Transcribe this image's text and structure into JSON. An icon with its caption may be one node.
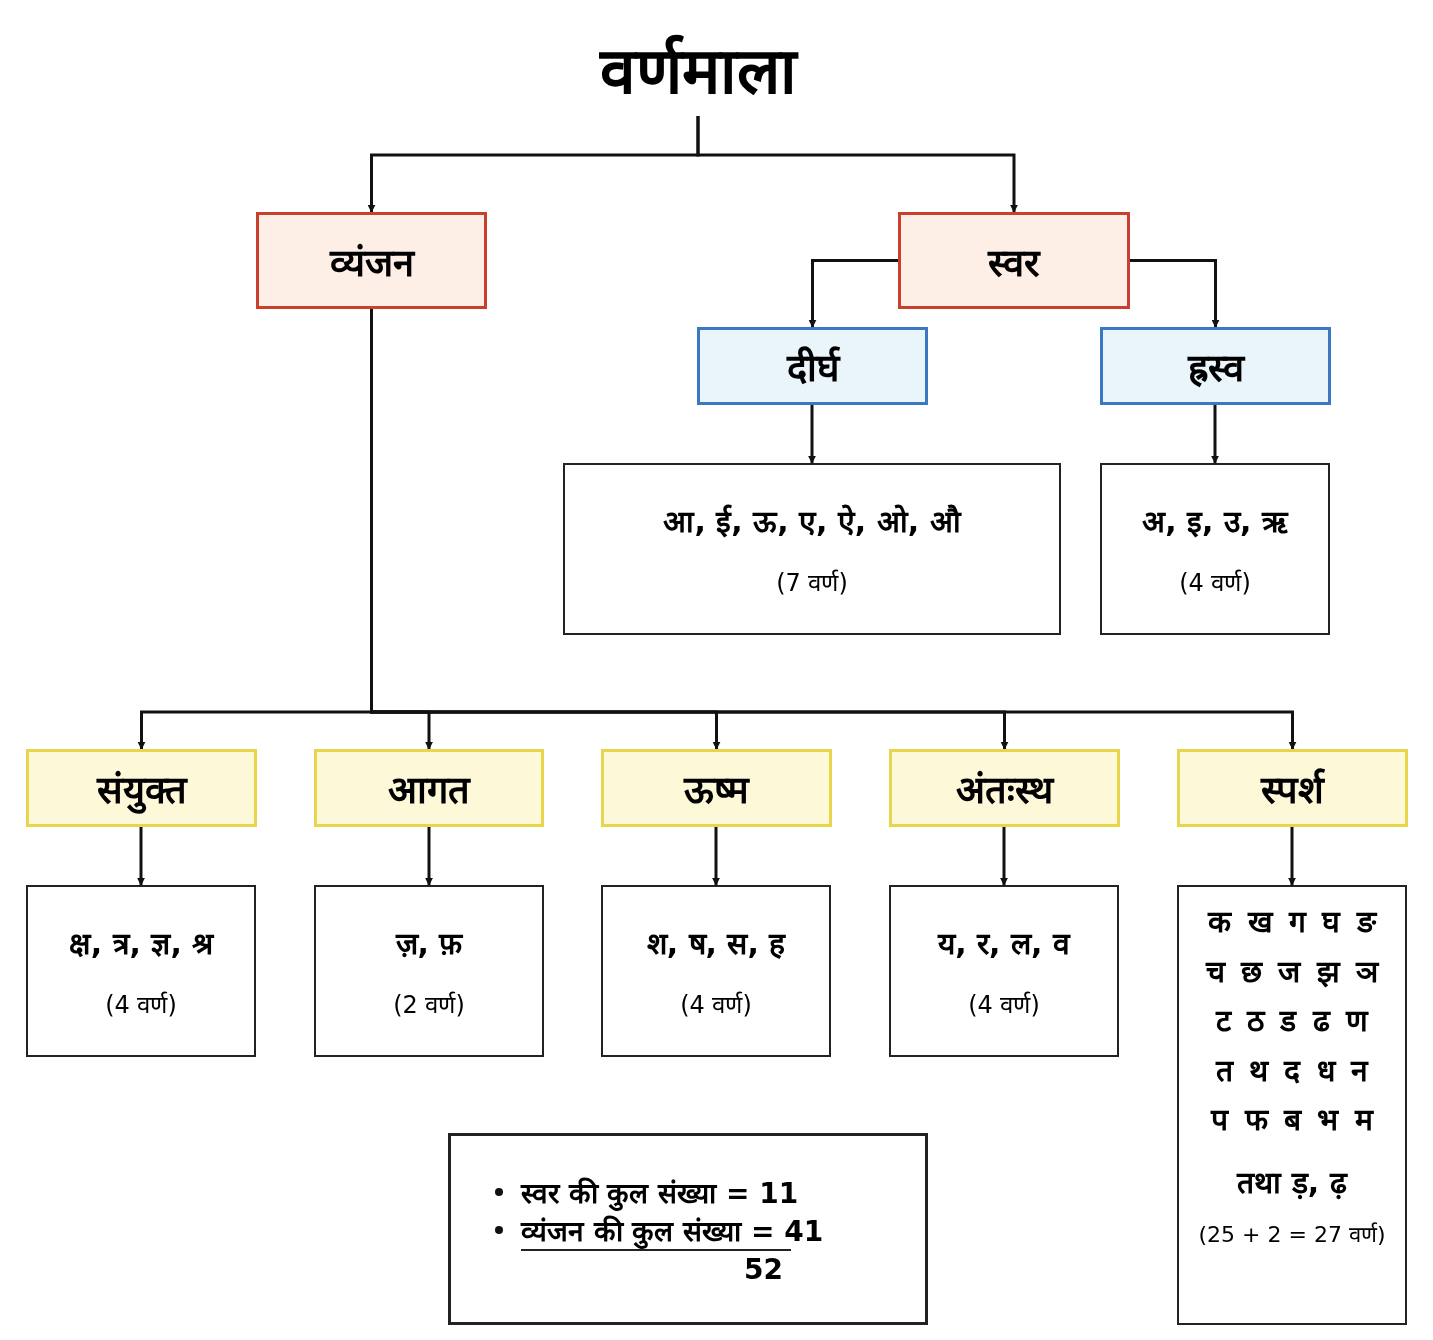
{
  "diagram": {
    "nodes": [
      {
        "text": [
          "वर्णमाला"
        ]
      },
      {
        "text": [
          "व्यंजन"
        ]
      },
      {
        "text": [
          "स्वर"
        ]
      },
      {
        "text": [
          "दीर्घ"
        ]
      },
      {
        "text": [
          "ह्रस्व"
        ]
      },
      {
        "text": [
          "आ, ई, ऊ, ए, ऐ, ओ, औ",
          "(7 वर्ण)"
        ]
      },
      {
        "text": [
          "अ, इ, उ, ऋ",
          "(4 वर्ण)"
        ]
      },
      {
        "text": [
          "संयुक्त"
        ]
      },
      {
        "text": [
          "आगत"
        ]
      },
      {
        "text": [
          "ऊष्म"
        ]
      },
      {
        "text": [
          "अंतःस्थ"
        ]
      },
      {
        "text": [
          "स्पर्श"
        ]
      },
      {
        "text": [
          "क्ष, त्र, ज्ञ, श्र",
          "(4 वर्ण)"
        ]
      },
      {
        "text": [
          "ज़, फ़",
          "(2 वर्ण)"
        ]
      },
      {
        "text": [
          "श, ष, स, ह",
          "(4 वर्ण)"
        ]
      },
      {
        "text": [
          "य, र, ल, व",
          "(4 वर्ण)"
        ]
      },
      {
        "text": [
          "क ख ग घ ङ",
          "च छ ज झ ञ",
          "ट ठ ड ढ ण",
          "त थ द ध न",
          "प फ ब भ म",
          "तथा ड़, ढ़",
          "(25 + 2 = 27 वर्ण)"
        ]
      },
      {
        "text": [
          "स्वर की कुल संख्या = 11",
          "व्यंजन की कुल संख्या = 41",
          "52"
        ]
      }
    ],
    "edges": [
      {
        "from": 0,
        "to": 1,
        "arrow": "to"
      },
      {
        "from": 0,
        "to": 2,
        "arrow": "to"
      },
      {
        "from": 2,
        "to": 3,
        "arrow": "to"
      },
      {
        "from": 2,
        "to": 4,
        "arrow": "to"
      },
      {
        "from": 3,
        "to": 5,
        "arrow": "to"
      },
      {
        "from": 4,
        "to": 6,
        "arrow": "to"
      },
      {
        "from": 1,
        "to": 7,
        "arrow": "to"
      },
      {
        "from": 1,
        "to": 8,
        "arrow": "to"
      },
      {
        "from": 1,
        "to": 9,
        "arrow": "to"
      },
      {
        "from": 1,
        "to": 10,
        "arrow": "to"
      },
      {
        "from": 1,
        "to": 11,
        "arrow": "to"
      },
      {
        "from": 7,
        "to": 12,
        "arrow": "to"
      },
      {
        "from": 8,
        "to": 13,
        "arrow": "to"
      },
      {
        "from": 9,
        "to": 14,
        "arrow": "to"
      },
      {
        "from": 10,
        "to": 15,
        "arrow": "to"
      },
      {
        "from": 11,
        "to": 16,
        "arrow": "to"
      }
    ]
  }
}
